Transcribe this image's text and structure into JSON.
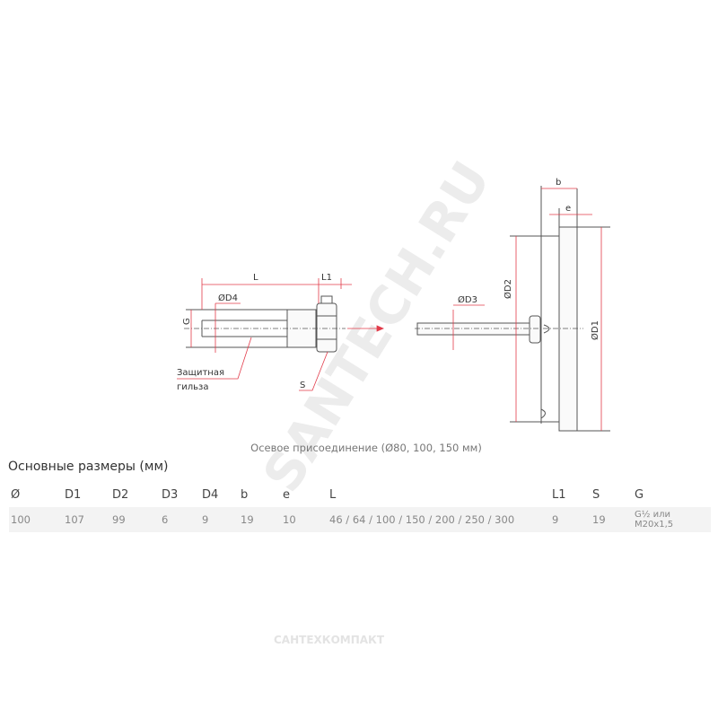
{
  "drawing": {
    "labels": {
      "L": "L",
      "L1": "L1",
      "D4": "ØD4",
      "G": "G",
      "sleeve_line1": "Защитная",
      "sleeve_line2": "гильза",
      "S": "S",
      "D3": "ØD3",
      "D2": "ØD2",
      "D1": "ØD1",
      "b": "b",
      "e": "e"
    },
    "dimension_color": "#e23b4a",
    "line_color": "#555555"
  },
  "caption": "Осевое присоединение (Ø80, 100, 150 мм)",
  "table": {
    "title": "Основные размеры (мм)",
    "headers": [
      "Ø",
      "D1",
      "D2",
      "D3",
      "D4",
      "b",
      "e",
      "L",
      "L1",
      "S",
      "G"
    ],
    "row": [
      "100",
      "107",
      "99",
      "6",
      "9",
      "19",
      "10",
      "46 / 64 / 100 / 150 / 200 / 250 / 300",
      "9",
      "19"
    ],
    "g_line1": "G½ или",
    "g_line2": "M20x1,5"
  },
  "watermarks": {
    "diagonal": "SANTECH.RU",
    "bottom": "САНТЕХКОМПАКТ"
  }
}
